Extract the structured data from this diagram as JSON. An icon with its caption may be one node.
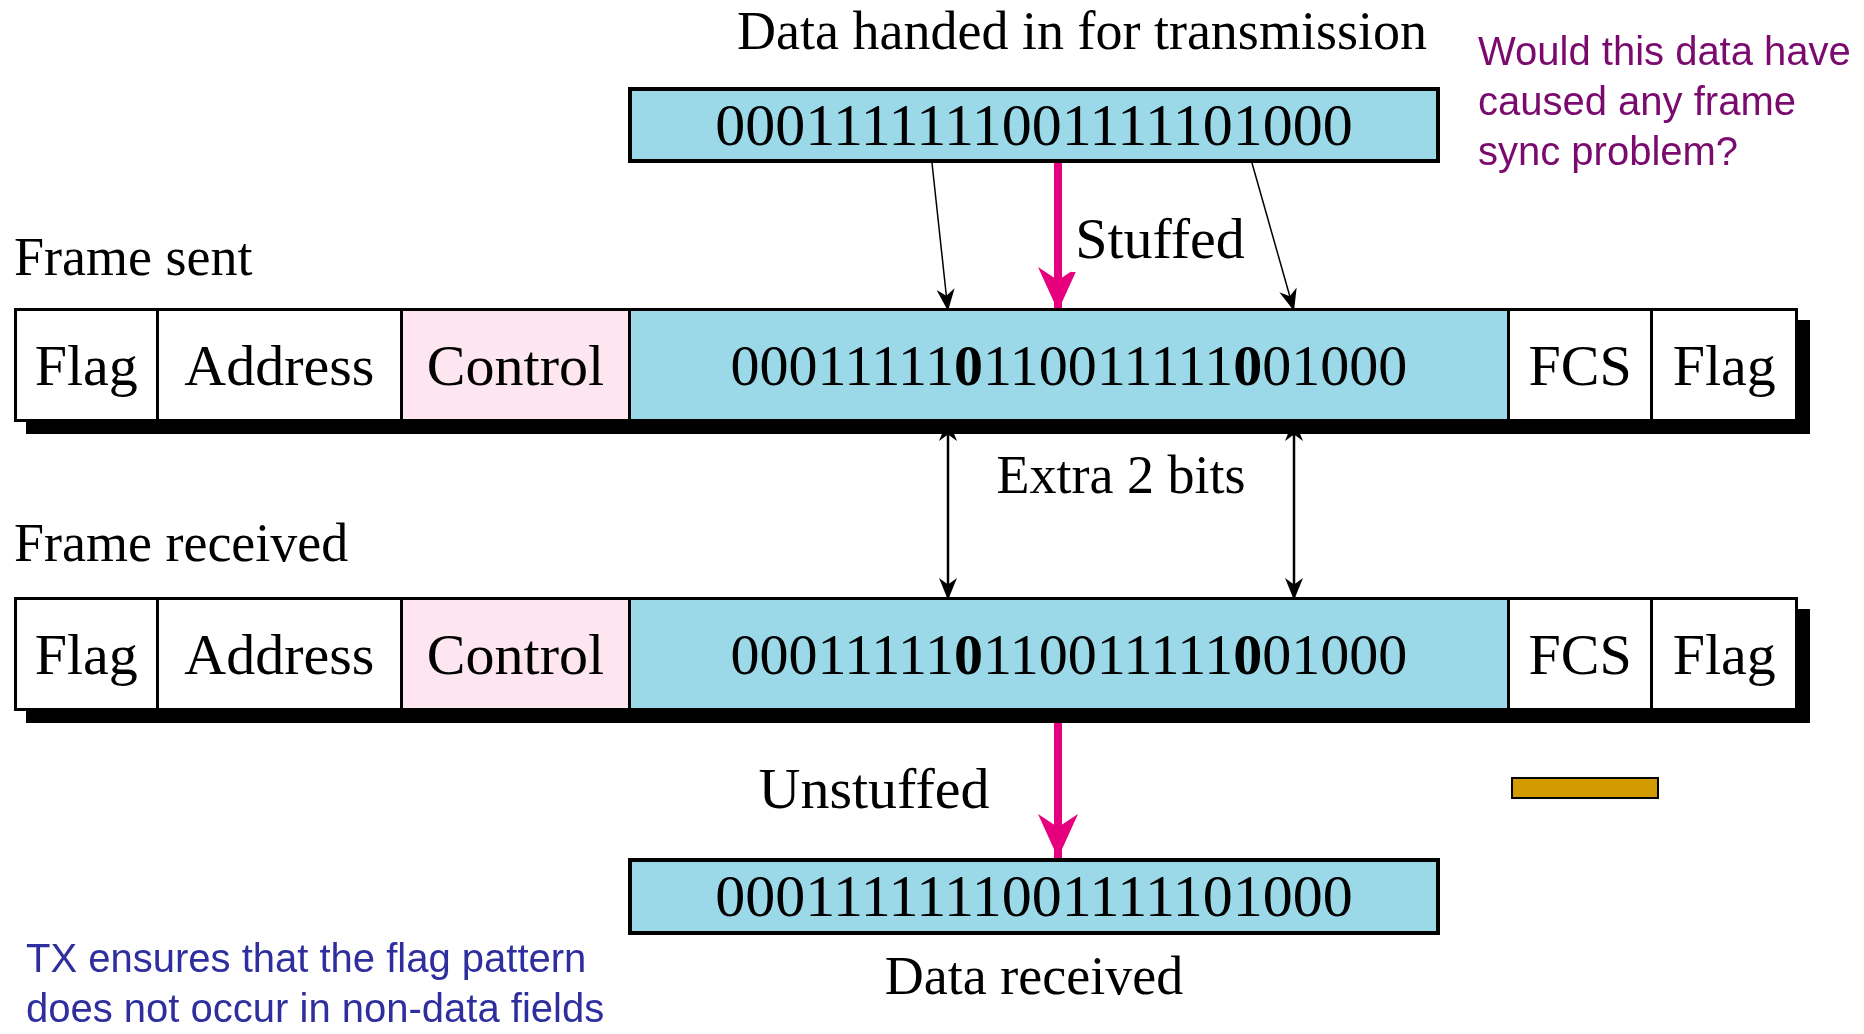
{
  "diagram": {
    "nodes": [
      {
        "text": [
          "0001111111001111101000"
        ],
        "beside": [
          "Data handed in for transmission"
        ]
      },
      {
        "text": [
          "Frame sent"
        ]
      },
      {
        "text": [
          "Flag"
        ],
        "in": 1
      },
      {
        "text": [
          "Address"
        ],
        "in": 1
      },
      {
        "text": [
          "Control"
        ],
        "in": 1
      },
      {
        "text": [
          "00011111**0**110011111**0**01000"
        ],
        "in": 1
      },
      {
        "text": [
          "FCS"
        ],
        "in": 1
      },
      {
        "text": [
          "Flag"
        ],
        "in": 1
      },
      {
        "text": [
          "Frame received"
        ]
      },
      {
        "text": [
          "Flag"
        ],
        "in": 8
      },
      {
        "text": [
          "Address"
        ],
        "in": 8
      },
      {
        "text": [
          "Control"
        ],
        "in": 8
      },
      {
        "text": [
          "00011111**0**110011111**0**01000"
        ],
        "in": 8
      },
      {
        "text": [
          "FCS"
        ],
        "in": 8
      },
      {
        "text": [
          "Flag"
        ],
        "in": 8
      },
      {
        "text": [
          "0001111111001111101000"
        ],
        "beside": [
          "Data received"
        ]
      },
      {
        "text": [],
        "shape": "bar"
      }
    ],
    "edges": [
      {
        "from": 0,
        "to": 5,
        "arrow": "to",
        "label": "Stuffed",
        "style": "thick",
        "color": "#e6007e"
      },
      {
        "from": 0,
        "to": 5,
        "arrow": "to"
      },
      {
        "from": 0,
        "to": 5,
        "arrow": "to"
      },
      {
        "from": 5,
        "to": 12,
        "arrow": "both"
      },
      {
        "from": 5,
        "to": 12,
        "arrow": "both"
      },
      {
        "from": 12,
        "to": 15,
        "arrow": "to",
        "label": "Unstuffed",
        "style": "thick",
        "color": "#e6007e"
      }
    ],
    "labels": [
      "Extra 2 bits",
      "Would this data have caused any frame sync problem?",
      "TX ensures that the flag pattern does not occur in non-data fields"
    ]
  }
}
